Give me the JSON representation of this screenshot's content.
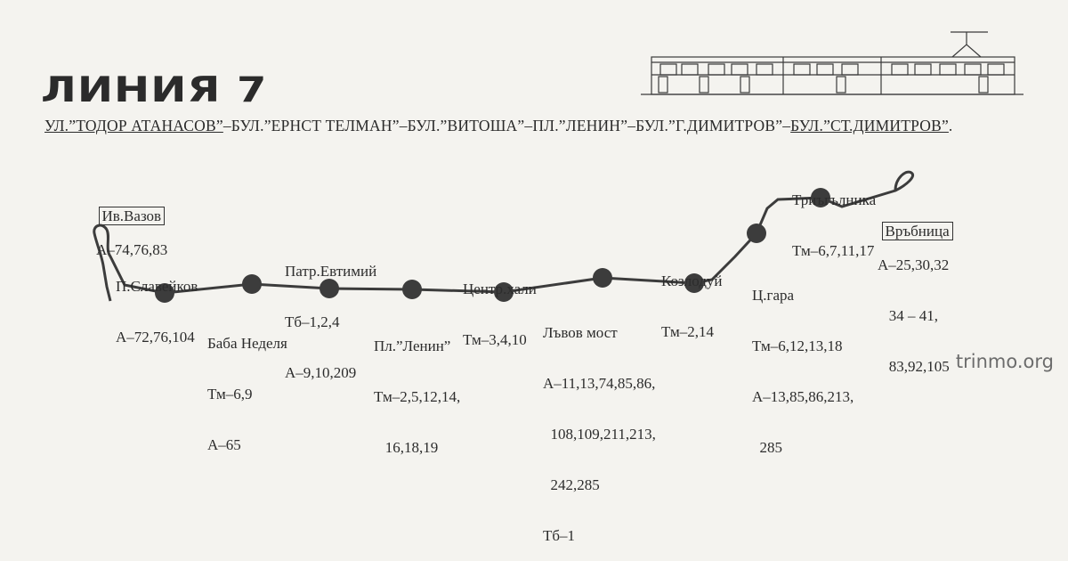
{
  "title": "ЛИНИЯ 7",
  "route": {
    "parts": [
      "УЛ.”ТОДОР АТАНАСОВ”",
      "–БУЛ.”ЕРНСТ ТЕЛМАН”–БУЛ.”ВИТОША”–ПЛ.”ЛЕНИН”–БУЛ.”Г.ДИМИТРОВ”–",
      "БУЛ.”СТ.ДИМИТРОВ”",
      "."
    ]
  },
  "stops": {
    "iv_vazov": {
      "name": "Ив.Вазов",
      "lines": [
        "А–74,76,83"
      ]
    },
    "p_slaveikov": {
      "name": "П.Славейков",
      "lines": [
        "А–72,76,104"
      ]
    },
    "baba_nedelya": {
      "name": "Баба Неделя",
      "lines": [
        "Тм–6,9",
        "А–65"
      ]
    },
    "patr_evtimiy": {
      "name": "Патр.Евтимий",
      "lines": [
        "Тб–1,2,4",
        "А–9,10,209"
      ]
    },
    "pl_lenin": {
      "name": "Пл.”Ленин”",
      "lines": [
        "Тм–2,5,12,14,",
        "   16,18,19"
      ]
    },
    "tsentr_hali": {
      "name": "Центр.хали",
      "lines": [
        "Тм–3,4,10"
      ]
    },
    "lvov_most": {
      "name": "Лъвов мост",
      "lines": [
        "А–11,13,74,85,86,",
        "  108,109,211,213,",
        "  242,285",
        "Тб–1"
      ]
    },
    "kozloduy": {
      "name": "Козлодуй",
      "lines": [
        "Тм–2,14"
      ]
    },
    "ts_gara": {
      "name": "Ц.гара",
      "lines": [
        "Тм–6,12,13,18",
        "А–13,85,86,213,",
        "  285"
      ]
    },
    "triagalnika": {
      "name": "Триъгълника",
      "lines": [
        "Тм–6,7,11,17"
      ]
    },
    "varbnitsa": {
      "name": "Връбница",
      "lines": [
        "А–25,30,32",
        "   34 – 41,",
        "   83,92,105"
      ]
    }
  },
  "watermark": "trinmo.org",
  "colors": {
    "ink": "#3a3a3a",
    "paper": "#f4f3ef",
    "stop": "#3c3c3c"
  }
}
